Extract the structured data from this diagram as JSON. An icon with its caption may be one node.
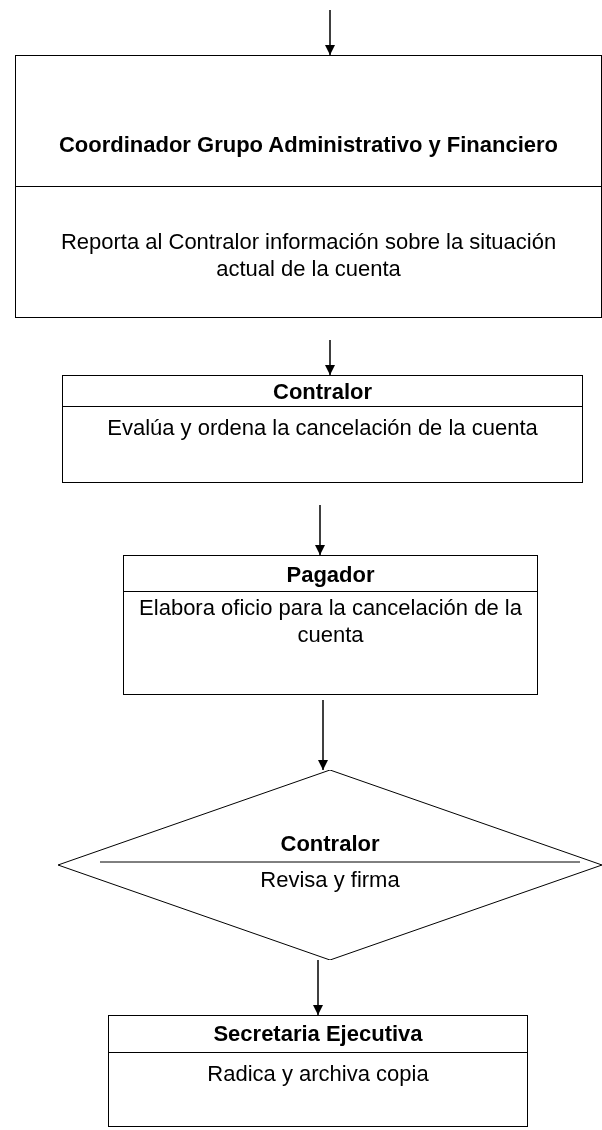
{
  "diagram": {
    "nodes": [
      {
        "text": [
          "Coordinador Grupo Administrativo y Financiero",
          "Reporta al Contralor información sobre la situación actual de la cuenta"
        ]
      },
      {
        "text": [
          "Contralor",
          "Evalúa y ordena la cancelación de la cuenta"
        ]
      },
      {
        "text": [
          "Pagador",
          "Elabora oficio para la cancelación de la cuenta"
        ]
      },
      {
        "text": [
          "Contralor",
          "Revisa y firma"
        ]
      },
      {
        "text": [
          "Secretaria Ejecutiva",
          "Radica y archiva copia"
        ]
      }
    ],
    "edges": [
      {
        "from": null,
        "to": 0,
        "arrow": "to"
      },
      {
        "from": 0,
        "to": 1,
        "arrow": "to"
      },
      {
        "from": 1,
        "to": 2,
        "arrow": "to"
      },
      {
        "from": 2,
        "to": 3,
        "arrow": "to"
      },
      {
        "from": 3,
        "to": 4,
        "arrow": "to"
      }
    ]
  }
}
